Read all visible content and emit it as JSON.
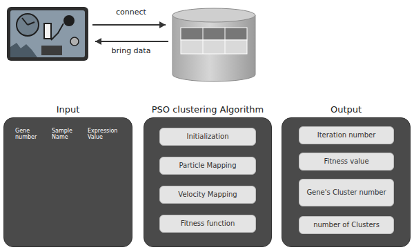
{
  "diagram": {
    "nodes": [
      {
        "text": [
          "Input"
        ]
      },
      {
        "text": [
          "PSO clustering Algorithm"
        ]
      },
      {
        "text": [
          "Initialization"
        ],
        "in": 1
      },
      {
        "text": [
          "Particle Mapping"
        ],
        "in": 1
      },
      {
        "text": [
          "Velocity Mapping"
        ],
        "in": 1
      },
      {
        "text": [
          "Fitness function"
        ],
        "in": 1
      },
      {
        "text": [
          "Output"
        ]
      },
      {
        "text": [
          "Iteration number"
        ],
        "in": 6
      },
      {
        "text": [
          "Fitness value"
        ],
        "in": 6
      },
      {
        "text": [
          "Gene's Cluster number"
        ],
        "in": 6
      },
      {
        "text": [
          "number of Clusters"
        ],
        "in": 6
      }
    ],
    "labels": [
      "connect",
      "bring data",
      "Gene number",
      "Sample Name",
      "Expression Value"
    ]
  }
}
